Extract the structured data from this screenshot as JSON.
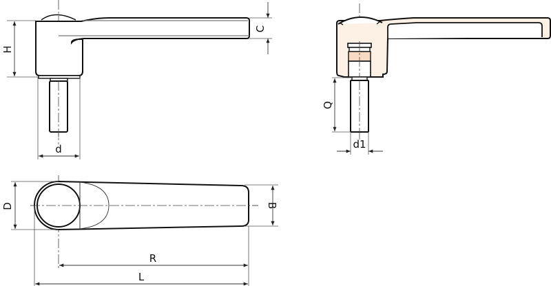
{
  "drawing": {
    "title": "Adjustable clamping lever – dimension drawing",
    "views": [
      {
        "id": "side-view-threaded-stud",
        "description": "Side view of lever with threaded stud"
      },
      {
        "id": "section-view-bushing",
        "description": "Sectional view showing tinted body and threaded bushing"
      },
      {
        "id": "top-view",
        "description": "Top (plan) view of lever arm"
      }
    ]
  },
  "dimensions": {
    "H": "H",
    "C": "C",
    "d": "d",
    "Q": "Q",
    "d1": "d1",
    "D": "D",
    "B": "B",
    "R": "R",
    "L": "L"
  },
  "colors": {
    "line": "#111111",
    "section_fill": "#fdf1e6",
    "bushing_band": "#f7d9c4",
    "background": "#ffffff"
  }
}
